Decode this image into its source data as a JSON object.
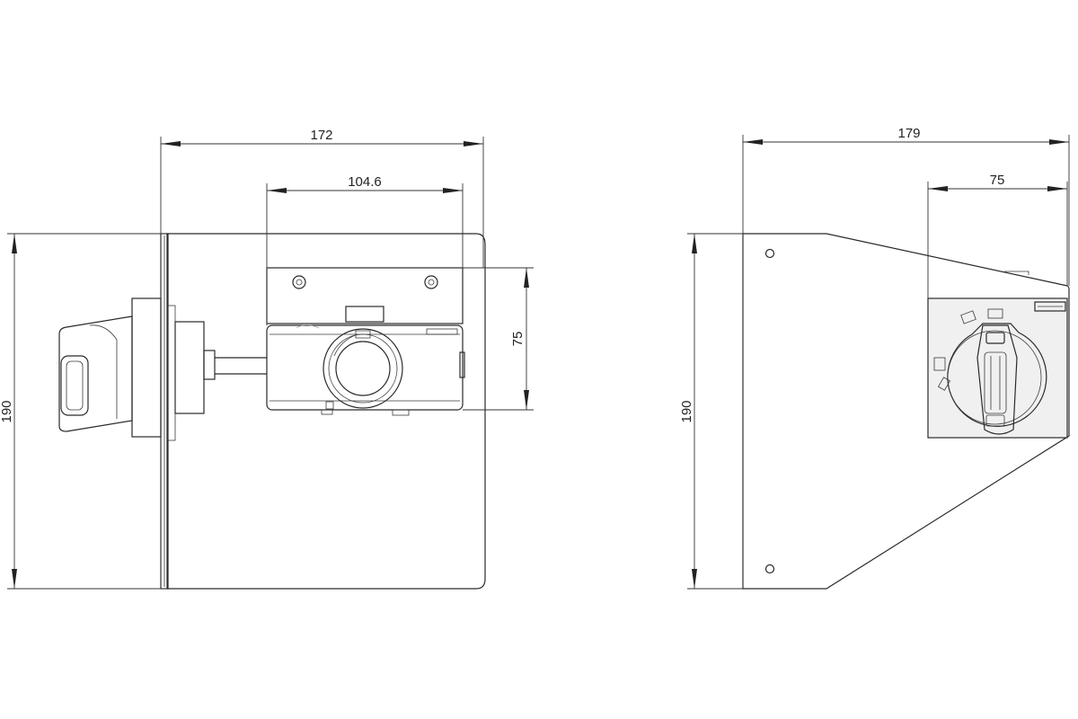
{
  "dimensions": {
    "left_width": "172",
    "left_inner_width": "104.6",
    "left_height": "190",
    "left_module_height": "75",
    "right_width": "179",
    "right_inner_width": "75",
    "right_height": "190"
  },
  "colors": {
    "line": "#2a2a2a",
    "background": "#ffffff",
    "handle_plate": "#f0f0f0"
  }
}
